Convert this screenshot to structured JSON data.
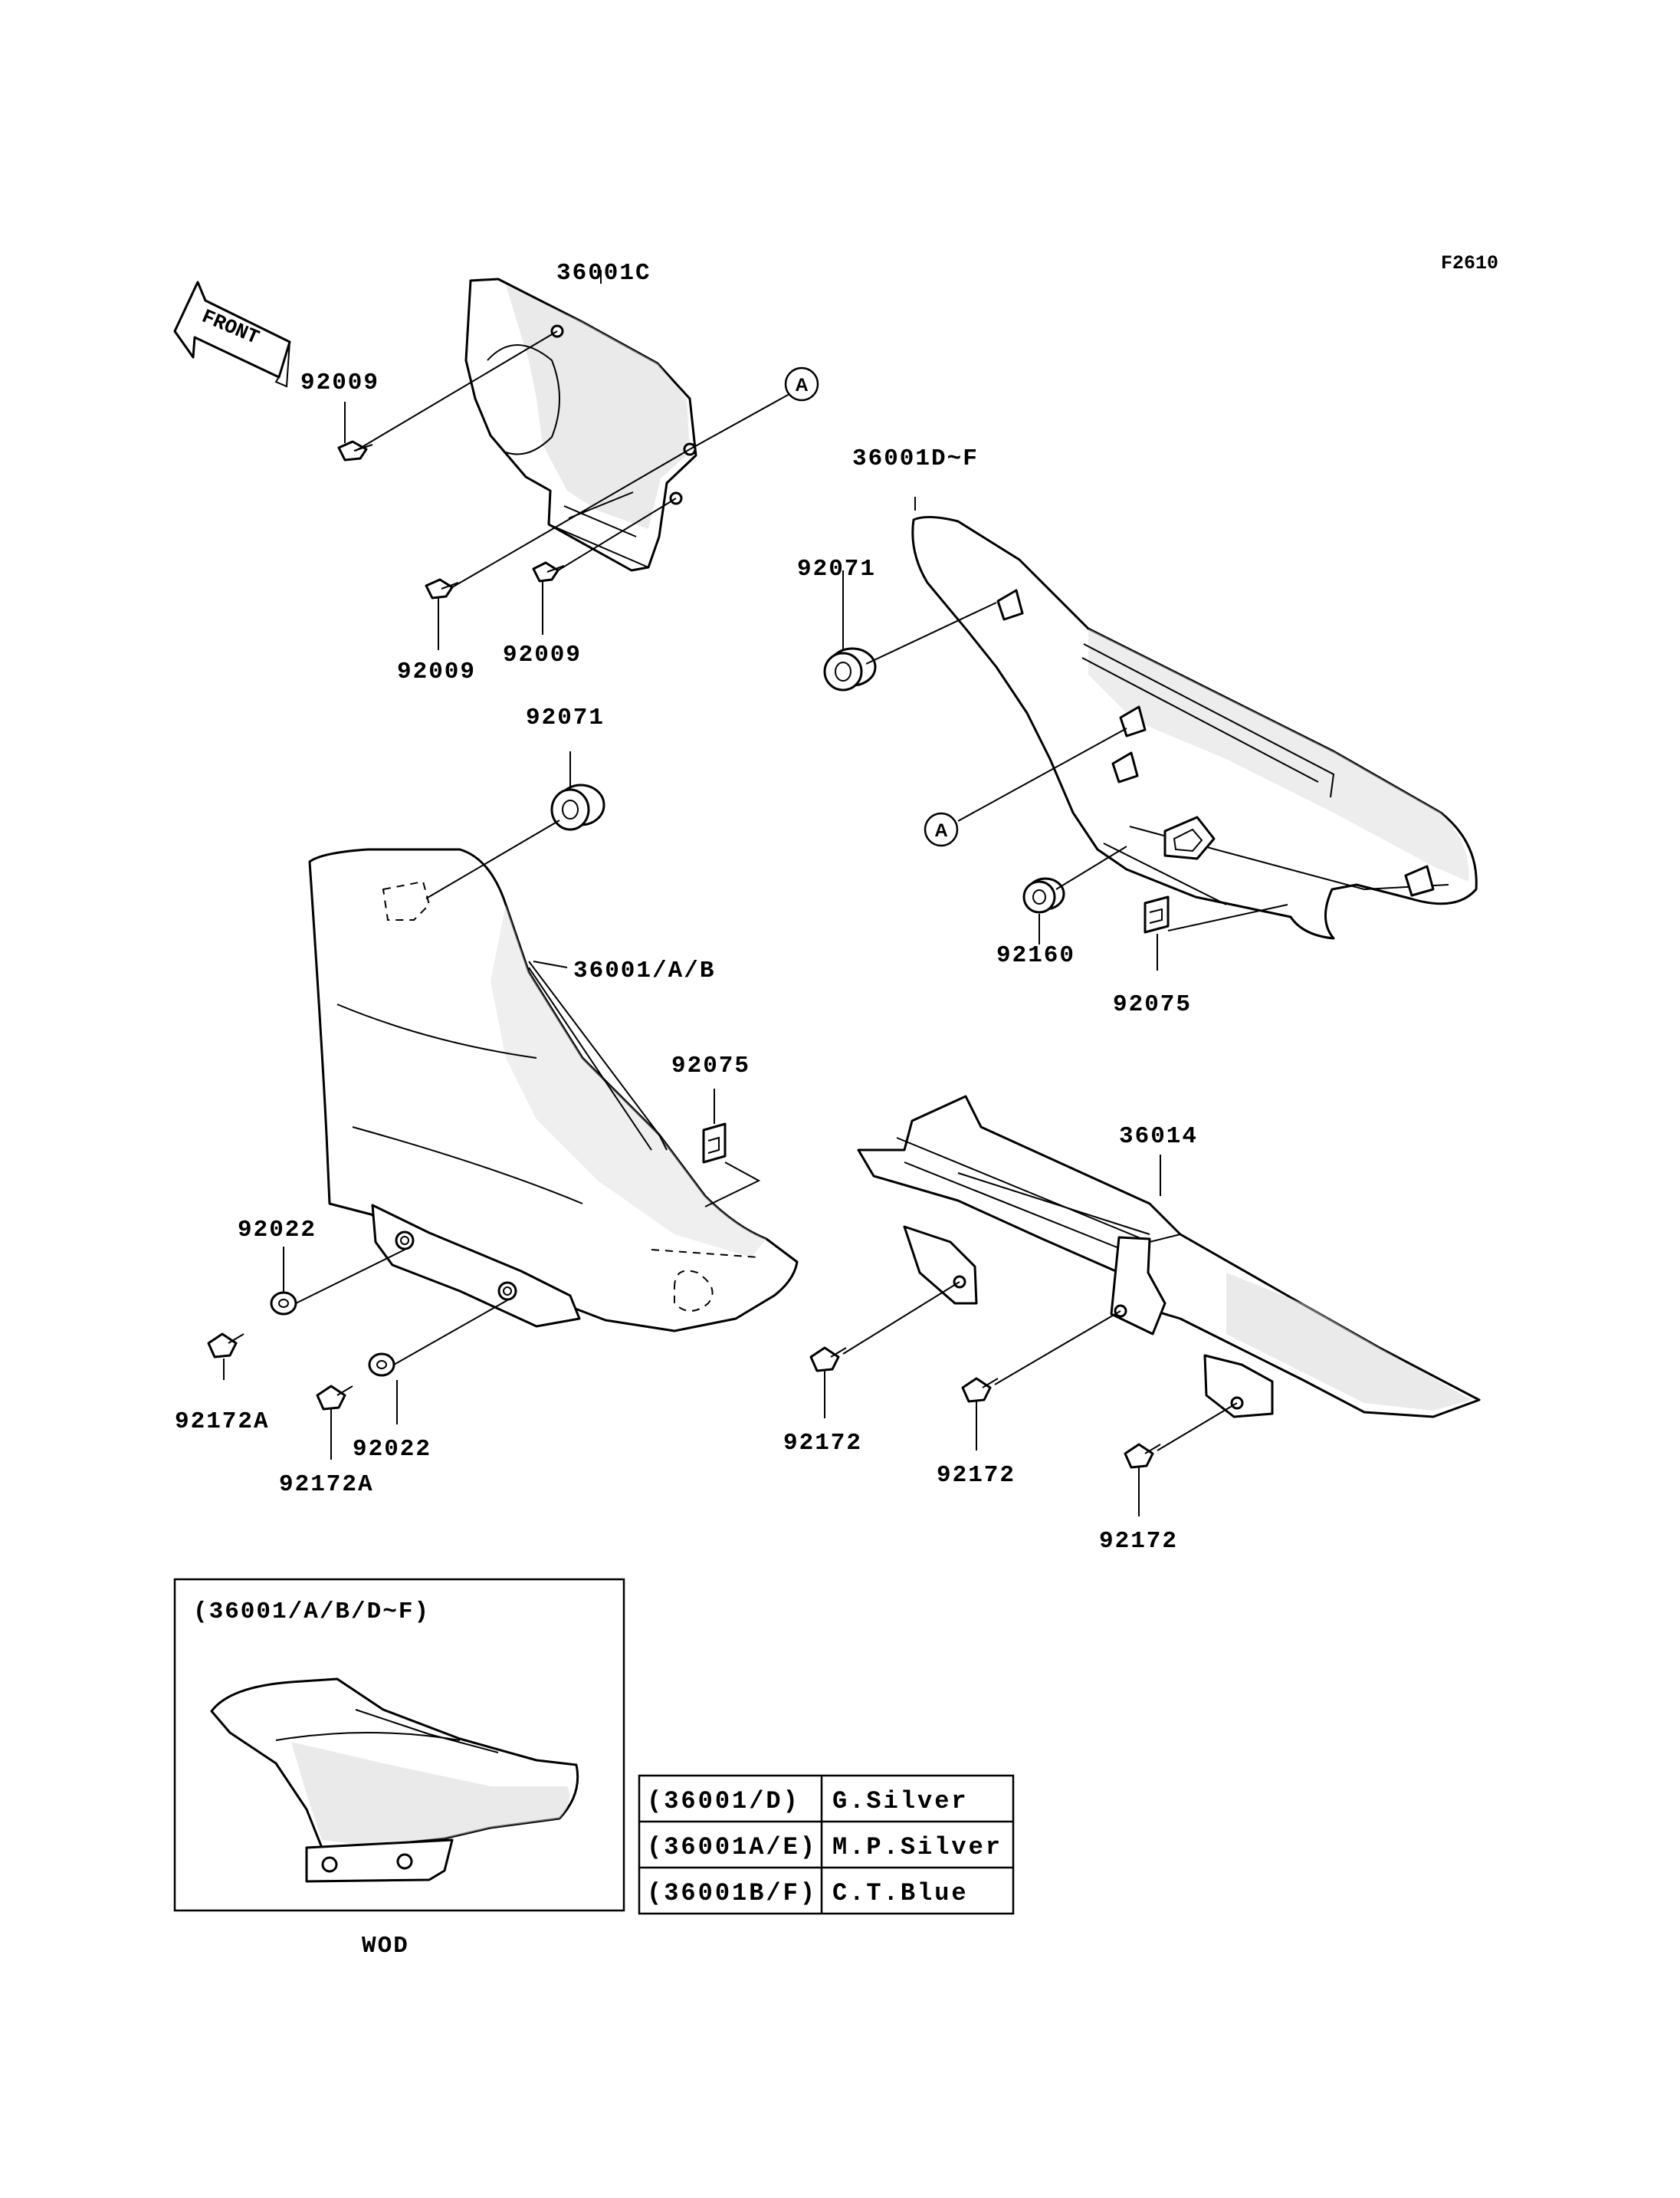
{
  "figure_code": "F2610",
  "front_arrow": {
    "text": "FRONT"
  },
  "ref_marker": "A",
  "labels": {
    "p36001C": "36001C",
    "p92009_a": "92009",
    "p92009_b": "92009",
    "p92009_c": "92009",
    "p36001DF": "36001D~F",
    "p92071_a": "92071",
    "p92071_b": "92071",
    "p92160": "92160",
    "p92075_a": "92075",
    "p92075_b": "92075",
    "p36001AB": "36001/A/B",
    "p36014": "36014",
    "p92022_a": "92022",
    "p92022_b": "92022",
    "p92172A_a": "92172A",
    "p92172A_b": "92172A",
    "p92172_a": "92172",
    "p92172_b": "92172",
    "p92172_c": "92172"
  },
  "inset": {
    "title": "(36001/A/B/D~F)",
    "caption": "WOD"
  },
  "color_table": [
    {
      "part": "(36001/D)",
      "color": "G.Silver"
    },
    {
      "part": "(36001A/E)",
      "color": "M.P.Silver"
    },
    {
      "part": "(36001B/F)",
      "color": "C.T.Blue"
    }
  ]
}
